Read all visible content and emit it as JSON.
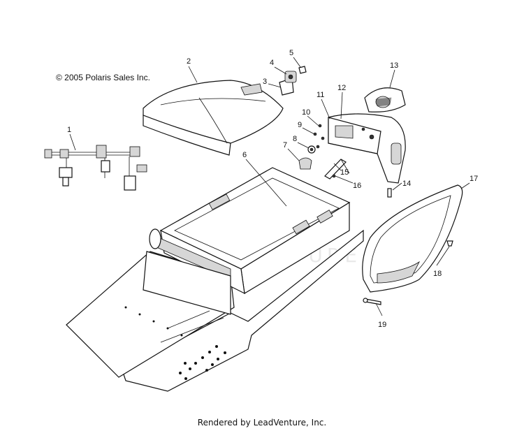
{
  "copyright": "© 2005 Polaris Sales Inc.",
  "footer": "Rendered by LeadVenture, Inc.",
  "watermark": "LEADVENTURE",
  "callouts": [
    "1",
    "2",
    "3",
    "4",
    "5",
    "6",
    "7",
    "8",
    "9",
    "10",
    "11",
    "12",
    "13",
    "14",
    "15",
    "16",
    "17",
    "18",
    "19"
  ],
  "colors": {
    "line": "#111111",
    "background": "#ffffff",
    "watermark": "#cfcfcf"
  }
}
